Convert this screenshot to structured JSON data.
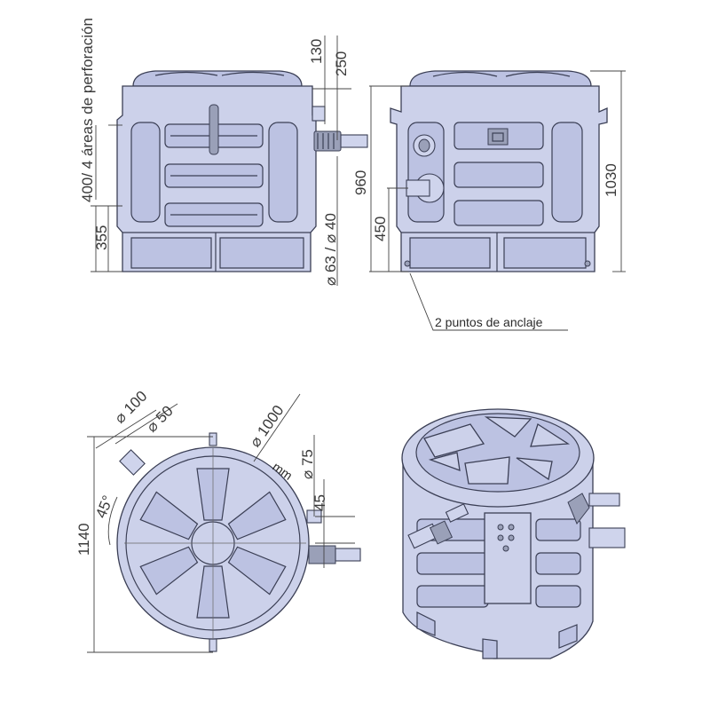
{
  "colors": {
    "tank_fill": "#ccd1ea",
    "tank_shade": "#bcc2e2",
    "outline": "#3b3f55",
    "dimension_line": "#444444"
  },
  "views": {
    "side": {
      "perforation_label": "400/ 4 áreas de perforación",
      "dim_355": "355",
      "dim_130": "130",
      "dim_250": "250",
      "dim_pipe": "⌀ 63 / ⌀ 40"
    },
    "front": {
      "dim_960": "960",
      "dim_450": "450",
      "dim_1030": "1030",
      "anchor_label": "2 puntos de anclaje"
    },
    "top": {
      "dim_100": "⌀ 100",
      "dim_50": "⌀ 50",
      "dim_1000": "⌀ 1000",
      "dim_75": "⌀ 75",
      "dim_45": "45",
      "dim_1140": "1140",
      "angle": "45°",
      "rim_text": "mm"
    },
    "iso": {}
  }
}
